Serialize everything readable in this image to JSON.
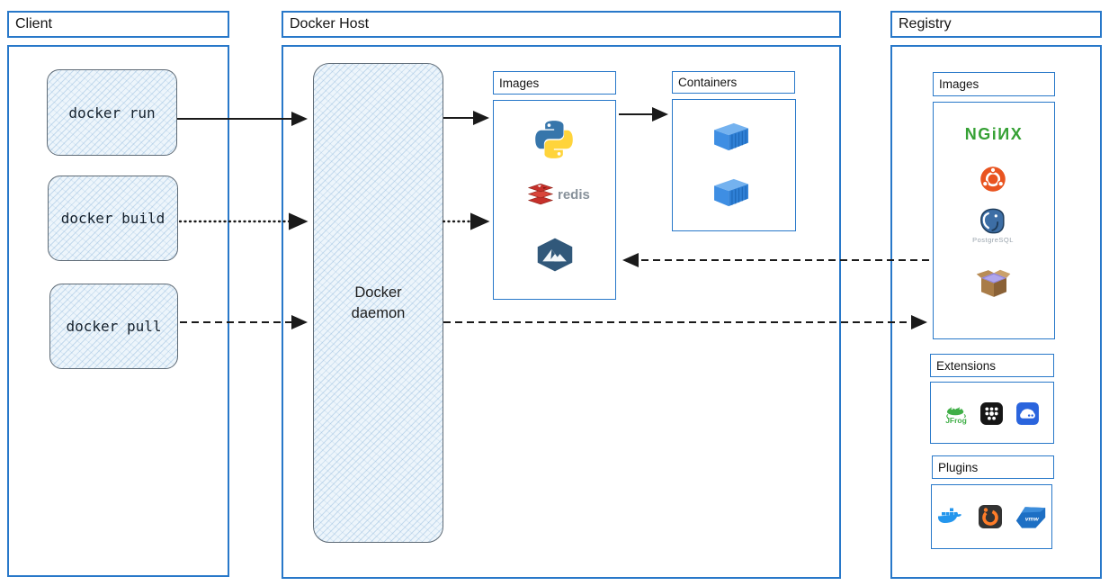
{
  "client": {
    "title": "Client",
    "commands": [
      "docker run",
      "docker build",
      "docker pull"
    ]
  },
  "docker_host": {
    "title": "Docker Host",
    "daemon_label": "Docker daemon",
    "images_title": "Images",
    "images_icons": [
      "python-icon",
      "redis-icon",
      "alpine-icon"
    ],
    "redis_label": "redis",
    "containers_title": "Containers",
    "containers_icons": [
      "container-icon",
      "container-icon"
    ]
  },
  "registry": {
    "title": "Registry",
    "images_title": "Images",
    "images_icons": [
      "nginx-icon",
      "ubuntu-icon",
      "postgresql-icon",
      "busybox-icon"
    ],
    "nginx_label": "NGiИX",
    "postgresql_label": "PostgreSQL",
    "extensions_title": "Extensions",
    "extensions_icons": [
      "jfrog-icon",
      "app-grid-icon",
      "drive-icon"
    ],
    "jfrog_label": "JFrog",
    "plugins_title": "Plugins",
    "plugins_icons": [
      "docker-whale-icon",
      "grafana-icon",
      "vmware-icon"
    ],
    "vmware_label": "vmw"
  },
  "arrows": [
    {
      "from": "docker-run",
      "to": "docker-daemon",
      "style": "solid"
    },
    {
      "from": "docker-daemon",
      "to": "host-images",
      "style": "solid"
    },
    {
      "from": "host-images",
      "to": "containers",
      "style": "solid"
    },
    {
      "from": "docker-build",
      "to": "docker-daemon",
      "style": "dotted"
    },
    {
      "from": "docker-daemon",
      "to": "host-images",
      "style": "dotted"
    },
    {
      "from": "registry-images",
      "to": "host-images",
      "style": "dashed"
    },
    {
      "from": "docker-pull",
      "to": "docker-daemon",
      "style": "dashed"
    },
    {
      "from": "docker-daemon",
      "to": "registry-images",
      "style": "dashed"
    }
  ],
  "colors": {
    "frame_blue": "#2878c9",
    "arrow_black": "#1a1a1a",
    "hatch_fill": "#edf5fb",
    "python_blue": "#3776ab",
    "python_yellow": "#ffd43b",
    "redis_red": "#c6302b",
    "alpine_blue": "#31587a",
    "container_blue": "#3e8ee3",
    "nginx_green": "#36a135",
    "ubuntu_orange": "#e95420",
    "postgres_blue": "#3d6ea5",
    "jfrog_green": "#3fae46",
    "docker_blue": "#2496ed",
    "grafana_orange": "#ff7c28",
    "vmware_blue": "#1d6fc4"
  }
}
